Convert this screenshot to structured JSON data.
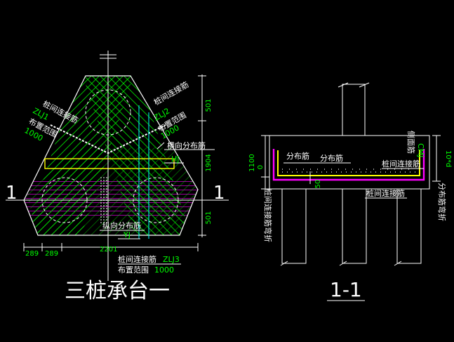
{
  "colors": {
    "background": "#000000",
    "outline": "#ffffff",
    "pile_zone": "#00ff00",
    "magenta_zone": "#ff00ff",
    "yellow_rebar": "#ffff00",
    "cyan_line": "#00ffff",
    "dim_text": "#00ff00"
  },
  "plan": {
    "title": "三桩承台一",
    "section_mark_left": "1",
    "section_mark_right": "1",
    "label_zlj1_a": "桩间连接筋",
    "label_zlj1_b": "ZLJ1",
    "label_zlj1_c": "布置范围",
    "label_zlj1_d": "1000",
    "label_zlj2_a": "桩间连接筋",
    "label_zlj2_b": "ZLJ2",
    "label_zlj2_c": "布置范围",
    "label_zlj2_d": "1000",
    "label_hx": "横向分布筋",
    "label_hj": "HJ",
    "label_zx": "纵向分布筋",
    "label_yj": "YJ",
    "label_zlj3_a": "桩间连接筋",
    "label_zlj3_b": "ZLJ3",
    "label_zlj3_c": "布置范围",
    "label_zlj3_d": "1000",
    "dim_501_top": "501",
    "dim_1904": "1904",
    "dim_501_bottom": "501",
    "dim_289_a": "289",
    "dim_289_b": "289",
    "dim_2201": "2201"
  },
  "section": {
    "title": "1-1",
    "label_fb1": "分布筋",
    "label_fb2": "分布筋",
    "label_cm": "侧面筋",
    "label_cmj": "CMJ",
    "label_zj": "桩间连接筋",
    "label_zj2": "桩间连接筋",
    "label_zjw": "桩间连接筋弯折",
    "label_fbw": "分布筋弯折",
    "dim_1100": "1100",
    "dim_0": "0",
    "dim_50": "50",
    "dim_10d": "10*d"
  }
}
